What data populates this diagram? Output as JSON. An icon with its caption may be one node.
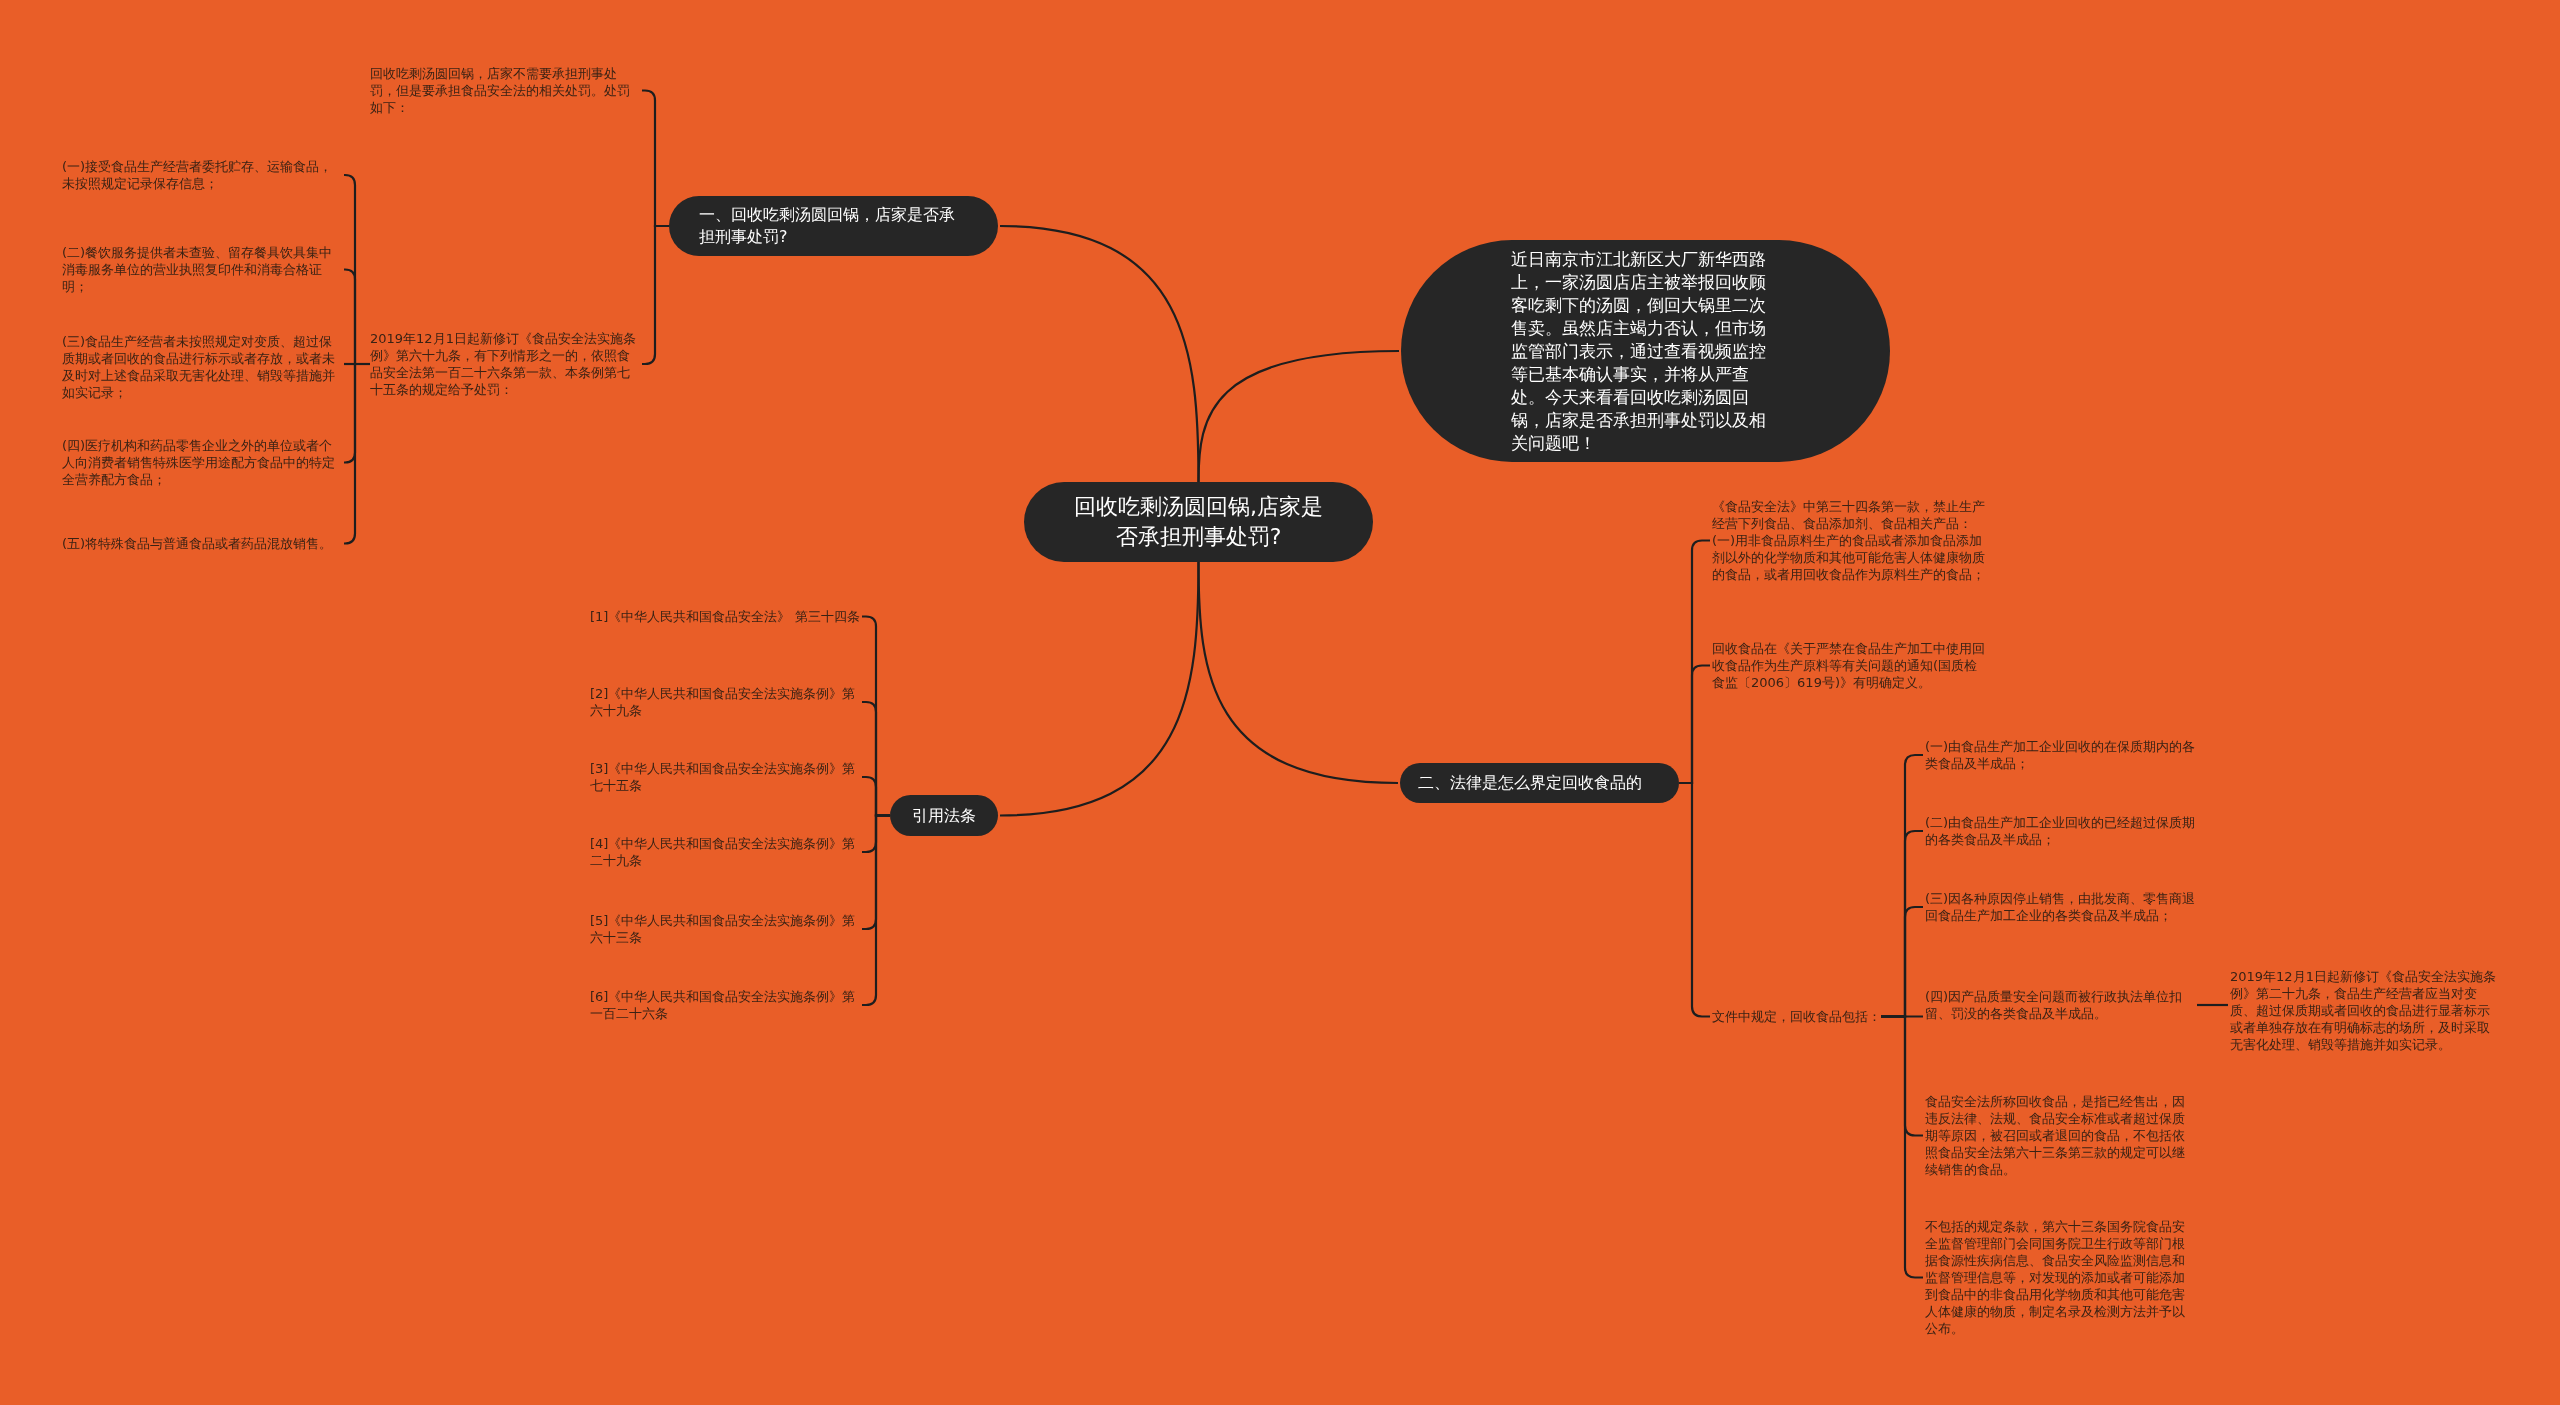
{
  "diagram": {
    "nodes": [
      {
        "text": [
          "回收吃剩汤圆回锅,店家是否承担刑事处罚?"
        ]
      },
      {
        "text": [
          "一、回收吃剩汤圆回锅，店家是否承担刑事处罚?"
        ]
      },
      {
        "text": [
          "近日南京市江北新区大厂新华西路上，一家汤圆店店主被举报回收顾客吃剩下的汤圆，倒回大锅里二次售卖。虽然店主竭力否认，但市场监管部门表示，通过查看视频监控等已基本确认事实，并将从严查处。今天来看看回收吃剩汤圆回锅，店家是否承担刑事处罚以及相关问题吧！"
        ]
      },
      {
        "text": [
          "引用法条"
        ]
      },
      {
        "text": [
          "二、法律是怎么界定回收食品的"
        ]
      },
      {
        "text": [
          "回收吃剩汤圆回锅，店家不需要承担刑事处罚，但是要承担食品安全法的相关处罚。处罚如下："
        ]
      },
      {
        "text": [
          "2019年12月1日起新修订《食品安全法实施条例》第六十九条，有下列情形之一的，依照食品安全法第一百二十六条第一款、本条例第七十五条的规定给予处罚："
        ]
      },
      {
        "text": [
          "(一)接受食品生产经营者委托贮存、运输食品，未按照规定记录保存信息；"
        ]
      },
      {
        "text": [
          "(二)餐饮服务提供者未查验、留存餐具饮具集中消毒服务单位的营业执照复印件和消毒合格证明；"
        ]
      },
      {
        "text": [
          "(三)食品生产经营者未按照规定对变质、超过保质期或者回收的食品进行标示或者存放，或者未及时对上述食品采取无害化处理、销毁等措施并如实记录；"
        ]
      },
      {
        "text": [
          "(四)医疗机构和药品零售企业之外的单位或者个人向消费者销售特殊医学用途配方食品中的特定全营养配方食品；"
        ]
      },
      {
        "text": [
          "(五)将特殊食品与普通食品或者药品混放销售。"
        ]
      },
      {
        "text": [
          "[1]《中华人民共和国食品安全法》 第三十四条"
        ]
      },
      {
        "text": [
          "[2]《中华人民共和国食品安全法实施条例》第六十九条"
        ]
      },
      {
        "text": [
          "[3]《中华人民共和国食品安全法实施条例》第七十五条"
        ]
      },
      {
        "text": [
          "[4]《中华人民共和国食品安全法实施条例》第二十九条"
        ]
      },
      {
        "text": [
          "[5]《中华人民共和国食品安全法实施条例》第六十三条"
        ]
      },
      {
        "text": [
          "[6]《中华人民共和国食品安全法实施条例》第一百二十六条"
        ]
      },
      {
        "text": [
          "《食品安全法》中第三十四条第一款，禁止生产经营下列食品、食品添加剂、食品相关产品：(一)用非食品原料生产的食品或者添加食品添加剂以外的化学物质和其他可能危害人体健康物质的食品，或者用回收食品作为原料生产的食品；"
        ]
      },
      {
        "text": [
          "回收食品在《关于严禁在食品生产加工中使用回收食品作为生产原料等有关问题的通知(国质检食监〔2006〕619号)》有明确定义。"
        ]
      },
      {
        "text": [
          "文件中规定，回收食品包括："
        ]
      },
      {
        "text": [
          "(一)由食品生产加工企业回收的在保质期内的各类食品及半成品；"
        ]
      },
      {
        "text": [
          "(二)由食品生产加工企业回收的已经超过保质期的各类食品及半成品；"
        ]
      },
      {
        "text": [
          "(三)因各种原因停止销售，由批发商、零售商退回食品生产加工企业的各类食品及半成品；"
        ]
      },
      {
        "text": [
          "(四)因产品质量安全问题而被行政执法单位扣留、罚没的各类食品及半成品。"
        ]
      },
      {
        "text": [
          "食品安全法所称回收食品，是指已经售出，因违反法律、法规、食品安全标准或者超过保质期等原因，被召回或者退回的食品，不包括依照食品安全法第六十三条第三款的规定可以继续销售的食品。"
        ]
      },
      {
        "text": [
          "不包括的规定条款，第六十三条国务院食品安全监督管理部门会同国务院卫生行政等部门根据食源性疾病信息、食品安全风险监测信息和监督管理信息等，对发现的添加或者可能添加到食品中的非食品用化学物质和其他可能危害人体健康的物质，制定名录及检测方法并予以公布。"
        ]
      },
      {
        "text": [
          "2019年12月1日起新修订《食品安全法实施条例》第二十九条，食品生产经营者应当对变质、超过保质期或者回收的食品进行显著标示或者单独存放在有明确标志的场所，及时采取无害化处理、销毁等措施并如实记录。"
        ]
      }
    ],
    "edges": [
      {
        "from": 0,
        "to": 1,
        "arrow": "none"
      },
      {
        "from": 0,
        "to": 2,
        "arrow": "none"
      },
      {
        "from": 0,
        "to": 3,
        "arrow": "none"
      },
      {
        "from": 0,
        "to": 4,
        "arrow": "none"
      },
      {
        "from": 1,
        "to": 5,
        "arrow": "none"
      },
      {
        "from": 1,
        "to": 6,
        "arrow": "none"
      },
      {
        "from": 6,
        "to": 7,
        "arrow": "none"
      },
      {
        "from": 6,
        "to": 8,
        "arrow": "none"
      },
      {
        "from": 6,
        "to": 9,
        "arrow": "none"
      },
      {
        "from": 6,
        "to": 10,
        "arrow": "none"
      },
      {
        "from": 6,
        "to": 11,
        "arrow": "none"
      },
      {
        "from": 3,
        "to": 12,
        "arrow": "none"
      },
      {
        "from": 3,
        "to": 13,
        "arrow": "none"
      },
      {
        "from": 3,
        "to": 14,
        "arrow": "none"
      },
      {
        "from": 3,
        "to": 15,
        "arrow": "none"
      },
      {
        "from": 3,
        "to": 16,
        "arrow": "none"
      },
      {
        "from": 3,
        "to": 17,
        "arrow": "none"
      },
      {
        "from": 4,
        "to": 18,
        "arrow": "none"
      },
      {
        "from": 4,
        "to": 19,
        "arrow": "none"
      },
      {
        "from": 4,
        "to": 20,
        "arrow": "none"
      },
      {
        "from": 20,
        "to": 21,
        "arrow": "none"
      },
      {
        "from": 20,
        "to": 22,
        "arrow": "none"
      },
      {
        "from": 20,
        "to": 23,
        "arrow": "none"
      },
      {
        "from": 20,
        "to": 24,
        "arrow": "none"
      },
      {
        "from": 20,
        "to": 25,
        "arrow": "none"
      },
      {
        "from": 20,
        "to": 26,
        "arrow": "none"
      },
      {
        "from": 24,
        "to": 27,
        "arrow": "none"
      }
    ]
  }
}
